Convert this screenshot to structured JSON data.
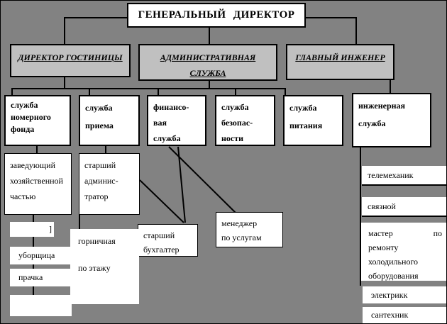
{
  "diagram": {
    "colors": {
      "background": "#828282",
      "level2_fill": "#c0c0c0",
      "box_fill": "#ffffff",
      "line": "#000000",
      "text": "#000000"
    },
    "nodes": {
      "general_director": {
        "label": "ГЕНЕРАЛЬНЫЙ ДИРЕКТОР"
      },
      "hotel_director": {
        "label": "ДИРЕКТОР ГОСТИНИЦЫ"
      },
      "admin_service": {
        "lines": [
          "АДМИНИСТРАТИВНАЯ",
          "СЛУЖБА"
        ]
      },
      "chief_engineer": {
        "label": "ГЛАВНЫЙ ИНЖЕНЕР"
      },
      "rooms_service": {
        "lines": [
          "служба",
          "номерного",
          "фонда"
        ]
      },
      "reception_service": {
        "lines": [
          "служба",
          "приема"
        ]
      },
      "finance_service": {
        "lines": [
          "финансо-",
          "вая",
          "служба"
        ]
      },
      "security_service": {
        "lines": [
          "служба",
          "безопас-",
          "ности"
        ]
      },
      "catering_service": {
        "lines": [
          "служба",
          "питания"
        ]
      },
      "engineering_service": {
        "lines": [
          "инженерная",
          "служба"
        ]
      },
      "housekeeping_manager": {
        "lines": [
          "заведующий",
          "хозяйственной",
          "частью"
        ]
      },
      "senior_administrator": {
        "lines": [
          "старший",
          "админис-",
          "тратор"
        ]
      },
      "fragment_box": {
        "label": "]"
      },
      "cleaner": {
        "label": "уборщица"
      },
      "laundress": {
        "label": "прачка"
      },
      "empty_box": {
        "label": ""
      },
      "maid": {
        "lines": [
          "горничная",
          "по этажу"
        ]
      },
      "senior_accountant": {
        "lines": [
          "старший",
          "бухгалтер"
        ]
      },
      "services_manager": {
        "lines": [
          "менеджер",
          "по услугам"
        ]
      },
      "telemechanic": {
        "label": "телемеханик"
      },
      "liaison": {
        "label": "связной"
      },
      "refrigeration_repair_master": {
        "lines": [
          "мастер",
          "по",
          "ремонту",
          "холодильного",
          "оборудования"
        ]
      },
      "electrician": {
        "label": "электрикк"
      },
      "plumber": {
        "label": "сантехник"
      }
    }
  }
}
